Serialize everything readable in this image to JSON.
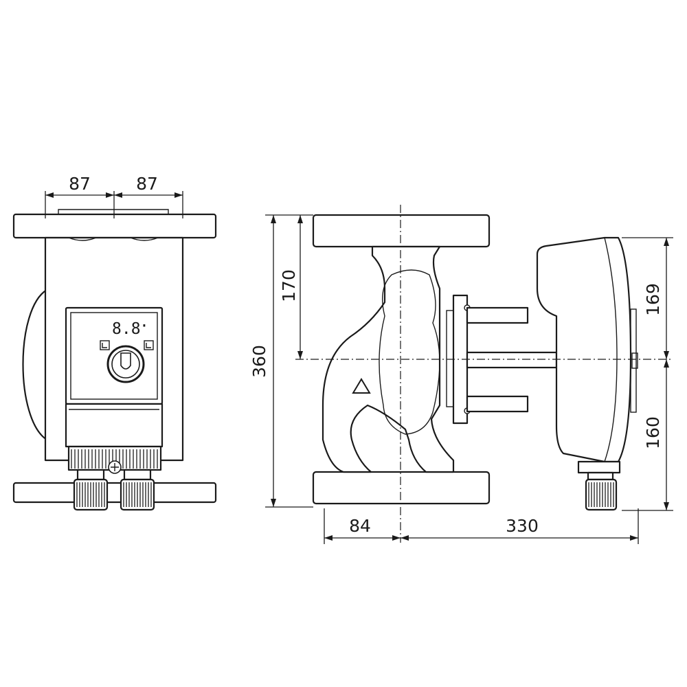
{
  "dimensions": {
    "front_left_half": "87",
    "front_right_half": "87",
    "side_total_height": "360",
    "side_upper_height": "170",
    "side_flange_to_axis": "84",
    "side_axis_to_motor_end": "330",
    "motor_upper_height": "169",
    "motor_lower_height": "160"
  },
  "display": {
    "readout": "8.8",
    "dot": "·"
  },
  "colors": {
    "line": "#1a1a1a",
    "background": "#ffffff"
  },
  "icons": [
    "knob-icon",
    "mode-left-icon",
    "mode-right-icon",
    "flow-direction-icon",
    "screw-icon"
  ]
}
